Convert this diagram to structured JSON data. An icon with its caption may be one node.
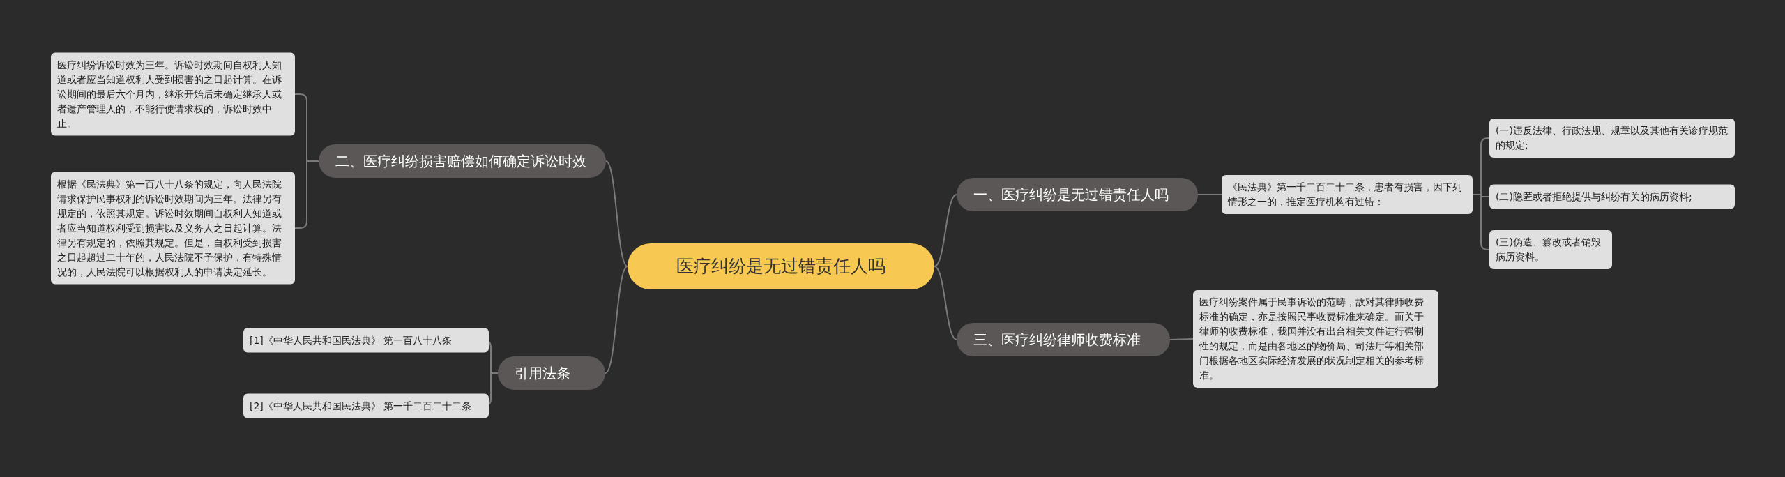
{
  "diagram": {
    "nodes": [
      {
        "text": [
          "医疗纠纷是无过错责任人吗"
        ]
      },
      {
        "text": [
          "一、医疗纠纷是无过错责任人吗"
        ]
      },
      {
        "text": [
          "《民法典》第一千二百二十二条，患者有损害，因下列情形之一的，推定医疗机构有过错："
        ]
      },
      {
        "text": [
          "(一)违反法律、行政法规、规章以及其他有关诊疗规范的规定;"
        ]
      },
      {
        "text": [
          "(二)隐匿或者拒绝提供与纠纷有关的病历资料;"
        ]
      },
      {
        "text": [
          "(三)伪造、篡改或者销毁病历资料。"
        ]
      },
      {
        "text": [
          "三、医疗纠纷律师收费标准"
        ]
      },
      {
        "text": [
          "医疗纠纷案件属于民事诉讼的范畴，故对其律师收费标准的确定，亦是按照民事收费标准来确定。而关于律师的收费标准，我国并没有出台相关文件进行强制性的规定，而是由各地区的物价局、司法厅等相关部门根据各地区实际经济发展的状况制定相关的参考标准。"
        ]
      },
      {
        "text": [
          "二、医疗纠纷损害赔偿如何确定诉讼时效"
        ]
      },
      {
        "text": [
          "医疗纠纷诉讼时效为三年。诉讼时效期间自权利人知道或者应当知道权利人受到损害的之日起计算。在诉讼期间的最后六个月内，继承开始后未确定继承人或者遗产管理人的，不能行使请求权的，诉讼时效中止。"
        ]
      },
      {
        "text": [
          "根据《民法典》第一百八十八条的规定，向人民法院请求保护民事权利的诉讼时效期间为三年。法律另有规定的，依照其规定。诉讼时效期间自权利人知道或者应当知道权利受到损害以及义务人之日起计算。法律另有规定的，依照其规定。但是，自权利受到损害之日起超过二十年的，人民法院不予保护，有特殊情况的，人民法院可以根据权利人的申请决定延长。"
        ]
      },
      {
        "text": [
          "引用法条"
        ]
      },
      {
        "text": [
          "[1]《中华人民共和国民法典》 第一百八十八条"
        ]
      },
      {
        "text": [
          "[2]《中华人民共和国民法典》 第一千二百二十二条"
        ]
      }
    ],
    "edges": [
      {
        "from": 0,
        "to": 1,
        "arrow": "none"
      },
      {
        "from": 1,
        "to": 2,
        "arrow": "none"
      },
      {
        "from": 2,
        "to": 3,
        "arrow": "none"
      },
      {
        "from": 2,
        "to": 4,
        "arrow": "none"
      },
      {
        "from": 2,
        "to": 5,
        "arrow": "none"
      },
      {
        "from": 0,
        "to": 6,
        "arrow": "none"
      },
      {
        "from": 6,
        "to": 7,
        "arrow": "none"
      },
      {
        "from": 0,
        "to": 8,
        "arrow": "none"
      },
      {
        "from": 8,
        "to": 9,
        "arrow": "none"
      },
      {
        "from": 8,
        "to": 10,
        "arrow": "none"
      },
      {
        "from": 0,
        "to": 11,
        "arrow": "none"
      },
      {
        "from": 11,
        "to": 12,
        "arrow": "none"
      },
      {
        "from": 11,
        "to": 13,
        "arrow": "none"
      }
    ]
  }
}
